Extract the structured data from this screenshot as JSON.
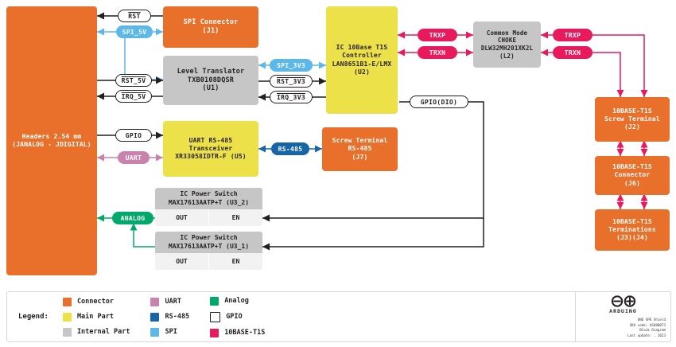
{
  "diagram": {
    "blocks": [
      {
        "id": "headers",
        "name": "headers-block",
        "kind": "Connector",
        "lines": [
          "Headers 2.54 mm",
          "(JANALOG - JDIGITAL)"
        ]
      },
      {
        "id": "spi_conn",
        "name": "spi-connector-block",
        "kind": "Connector",
        "lines": [
          "SPI Connector",
          "(J1)"
        ]
      },
      {
        "id": "level",
        "name": "level-translator-block",
        "kind": "Internal Part",
        "lines": [
          "Level Translator",
          "TXB0108DQSR",
          "(U1)"
        ]
      },
      {
        "id": "uart",
        "name": "uart-rs485-transceiver-block",
        "kind": "Main Part",
        "lines": [
          "UART RS-485",
          "Transceiver",
          "XR33058IDTR-F (U5)"
        ]
      },
      {
        "id": "screw485",
        "name": "screw-terminal-rs485-block",
        "kind": "Connector",
        "lines": [
          "Screw Terminal",
          "RS-485",
          "(J7)"
        ]
      },
      {
        "id": "t1s_ctrl",
        "name": "t1s-controller-block",
        "kind": "Main Part",
        "lines": [
          "IC 10Base T1S",
          "Controller",
          "LAN8651B1-E/LMX",
          "(U2)"
        ]
      },
      {
        "id": "choke",
        "name": "common-mode-choke-block",
        "kind": "Internal Part",
        "lines": [
          "Common Mode",
          "CHOKE",
          "DLW32MH201XK2L",
          "(L2)"
        ]
      },
      {
        "id": "t1s_screw",
        "name": "t1s-screw-terminal-block",
        "kind": "Connector",
        "lines": [
          "10BASE-T1S",
          "Screw Terminal",
          "(J2)"
        ]
      },
      {
        "id": "t1s_conn",
        "name": "t1s-connector-block",
        "kind": "Connector",
        "lines": [
          "10BASE-T1S",
          "Connector",
          "(J6)"
        ]
      },
      {
        "id": "t1s_term",
        "name": "t1s-terminations-block",
        "kind": "Connector",
        "lines": [
          "10BASE-T1S",
          "Terminations",
          "(J3)(J4)"
        ]
      }
    ],
    "power_switches": [
      {
        "id": "u3_2",
        "name": "power-switch-u3-2",
        "title_line1": "IC Power Switch",
        "title_line2": "MAX17613AATP+T (U3_2)",
        "cells": [
          "OUT",
          "EN"
        ]
      },
      {
        "id": "u3_1",
        "name": "power-switch-u3-1",
        "title_line1": "IC Power Switch",
        "title_line2": "MAX17613AATP+T (U3_1)",
        "cells": [
          "OUT",
          "EN"
        ]
      }
    ],
    "signals": [
      {
        "id": "rst",
        "name": "signal-rst",
        "label": "RST",
        "type": "GPIO",
        "overline": true
      },
      {
        "id": "spi5v",
        "name": "signal-spi-5v",
        "label": "SPI_5V",
        "type": "SPI",
        "overline": false
      },
      {
        "id": "rst5v",
        "name": "signal-rst-5v",
        "label": "RST_5V",
        "type": "GPIO",
        "overline": true
      },
      {
        "id": "irq5v",
        "name": "signal-irq-5v",
        "label": "IRQ_5V",
        "type": "GPIO",
        "overline": true
      },
      {
        "id": "spi3v3",
        "name": "signal-spi-3v3",
        "label": "SPI_3V3",
        "type": "SPI",
        "overline": false
      },
      {
        "id": "rst3v3",
        "name": "signal-rst-3v3",
        "label": "RST_3V3",
        "type": "GPIO",
        "overline": true
      },
      {
        "id": "irq3v3",
        "name": "signal-irq-3v3",
        "label": "IRQ_3V3",
        "type": "GPIO",
        "overline": true
      },
      {
        "id": "gpio",
        "name": "signal-gpio",
        "label": "GPIO",
        "type": "GPIO",
        "overline": false
      },
      {
        "id": "uartsig",
        "name": "signal-uart",
        "label": "UART",
        "type": "UART",
        "overline": false
      },
      {
        "id": "rs485",
        "name": "signal-rs485",
        "label": "RS-485",
        "type": "RS-485",
        "overline": false
      },
      {
        "id": "gpiodio",
        "name": "signal-gpio-dio",
        "label": "GPIO(DIO)",
        "type": "GPIO",
        "overline": false
      },
      {
        "id": "trxp1",
        "name": "signal-trxp-left",
        "label": "TRXP",
        "type": "10BASE-T1S",
        "overline": false
      },
      {
        "id": "trxn1",
        "name": "signal-trxn-left",
        "label": "TRXN",
        "type": "10BASE-T1S",
        "overline": false
      },
      {
        "id": "trxp2",
        "name": "signal-trxp-right",
        "label": "TRXP",
        "type": "10BASE-T1S",
        "overline": false
      },
      {
        "id": "trxn2",
        "name": "signal-trxn-right",
        "label": "TRXN",
        "type": "10BASE-T1S",
        "overline": false
      },
      {
        "id": "analog",
        "name": "signal-analog",
        "label": "ANALOG",
        "type": "Analog",
        "overline": false
      }
    ]
  },
  "legend": {
    "title": "Legend:",
    "columns": [
      [
        {
          "label": "Connector",
          "color": "#E8702A",
          "outline": false
        },
        {
          "label": "Main Part",
          "color": "#EDE14A",
          "outline": false
        },
        {
          "label": "Internal Part",
          "color": "#C6C6C6",
          "outline": false
        }
      ],
      [
        {
          "label": "UART",
          "color": "#C882AC",
          "outline": false
        },
        {
          "label": "RS-485",
          "color": "#1565A8",
          "outline": false
        },
        {
          "label": "SPI",
          "color": "#5BB8E8",
          "outline": false
        }
      ],
      [
        {
          "label": "Analog",
          "color": "#00A86B",
          "outline": false
        },
        {
          "label": "GPIO",
          "color": "#FFFFFF",
          "outline": true
        },
        {
          "label": "10BASE-T1S",
          "color": "#E8195C",
          "outline": false
        }
      ]
    ]
  },
  "brand": {
    "wordmark": "ARDUINO",
    "lines": [
      "UNO SPE Shield",
      "SKU code: ASX00073",
      "Block Diagram",
      "Last update: , 2023"
    ]
  },
  "colors": {
    "connector": "#E8702A",
    "main_part": "#EDE14A",
    "internal_part": "#C6C6C6",
    "uart": "#C882AC",
    "rs485": "#1565A8",
    "spi": "#5BB8E8",
    "analog": "#00A86B",
    "t1s": "#E8195C",
    "gpio": "#231F20"
  }
}
